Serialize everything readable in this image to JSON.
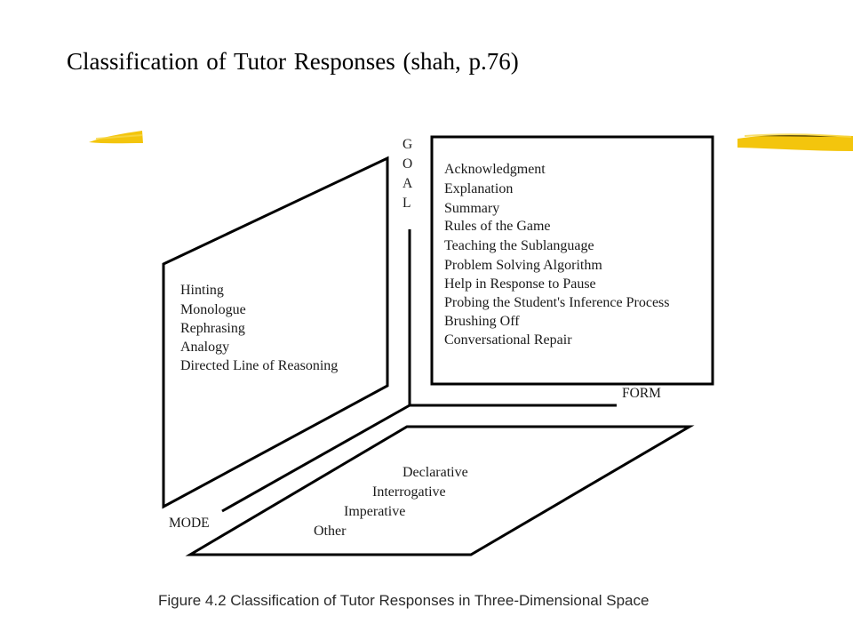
{
  "slide": {
    "title": "Classification of Tutor Responses (shah, p.76)"
  },
  "figure": {
    "accent_color": "#f2c200",
    "axes": {
      "goal": [
        "G",
        "O",
        "A",
        "L"
      ],
      "form": "FORM",
      "mode": "MODE"
    },
    "goal_panel_items": [
      "Acknowledgment",
      "Explanation",
      "Summary",
      "Rules of the Game",
      "Teaching the Sublanguage",
      "Problem Solving Algorithm",
      "Help in Response to Pause",
      "Probing the Student's Inference Process",
      "Brushing Off",
      "Conversational Repair"
    ],
    "mode_panel_items": [
      "Hinting",
      "Monologue",
      "Rephrasing",
      "Analogy",
      "Directed Line of Reasoning"
    ],
    "form_panel_items": [
      "Declarative",
      "Interrogative",
      "Imperative",
      "Other"
    ],
    "caption": "Figure 4.2 Classification of Tutor Responses in Three-Dimensional Space"
  }
}
